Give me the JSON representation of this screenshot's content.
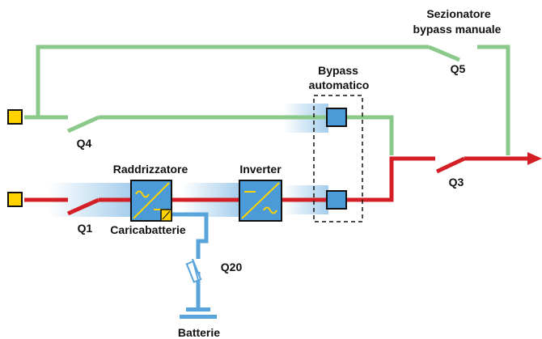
{
  "labels": {
    "bypass_manual_1": "Sezionatore",
    "bypass_manual_2": "bypass manuale",
    "bypass_auto_1": "Bypass",
    "bypass_auto_2": "automatico",
    "q1": "Q1",
    "q3": "Q3",
    "q4": "Q4",
    "q5": "Q5",
    "q20": "Q20",
    "rectifier": "Raddrizzatore",
    "charger": "Caricabatterie",
    "inverter": "Inverter",
    "battery": "Batterie"
  },
  "colors": {
    "main_line": "#d51f26",
    "bypass_line": "#8bc98a",
    "battery_line": "#5aa4dc",
    "block_fill": "#4a9bd8",
    "input_terminal": "#ffd200",
    "symbol_yellow": "#ffd200"
  },
  "icons": {
    "rectifier": "ac-dc-converter-icon",
    "inverter": "dc-ac-converter-icon",
    "battery": "battery-icon",
    "fuse": "fuse-switch-icon",
    "static_switch": "static-switch-icon",
    "output_arrow": "arrow-right-icon"
  }
}
